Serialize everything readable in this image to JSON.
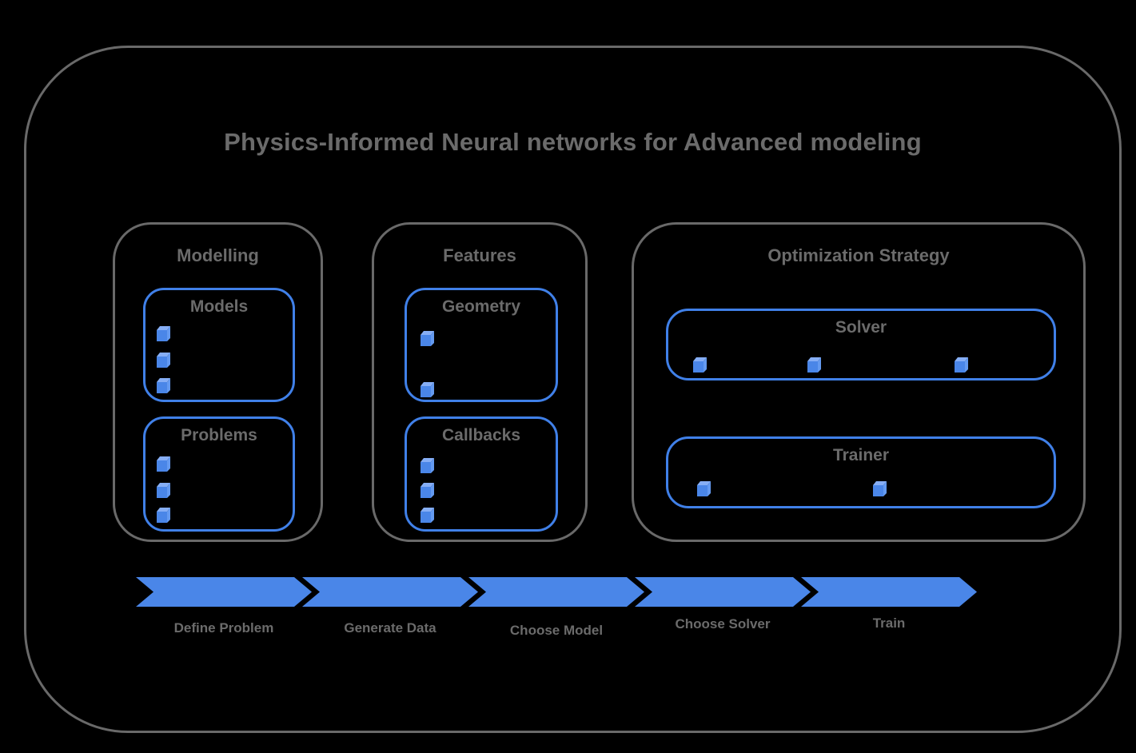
{
  "title": "Physics-Informed Neural networks for Advanced modeling",
  "groups": {
    "modelling": {
      "label": "Modelling",
      "boxes": {
        "models": {
          "label": "Models",
          "bullets": 3
        },
        "problems": {
          "label": "Problems",
          "bullets": 3
        }
      }
    },
    "features": {
      "label": "Features",
      "boxes": {
        "geometry": {
          "label": "Geometry",
          "bullets": 2
        },
        "callbacks": {
          "label": "Callbacks",
          "bullets": 3
        }
      }
    },
    "optimization": {
      "label": "Optimization Strategy",
      "boxes": {
        "solver": {
          "label": "Solver",
          "bullets": 3
        },
        "trainer": {
          "label": "Trainer",
          "bullets": 2
        }
      }
    }
  },
  "pipeline": {
    "steps": [
      "Define Problem",
      "Generate Data",
      "Choose Model",
      "Choose Solver",
      "Train"
    ]
  },
  "icons": {
    "bullet": "cube-icon"
  },
  "colors": {
    "accent_blue": "#4a86e8",
    "border_blue": "#4080e8",
    "border_gray": "#696969",
    "text_gray": "#6b6b6b",
    "cube_front": "#4a86e8",
    "cube_top": "#86aef5",
    "cube_side": "#649af0",
    "background": "#000000"
  }
}
